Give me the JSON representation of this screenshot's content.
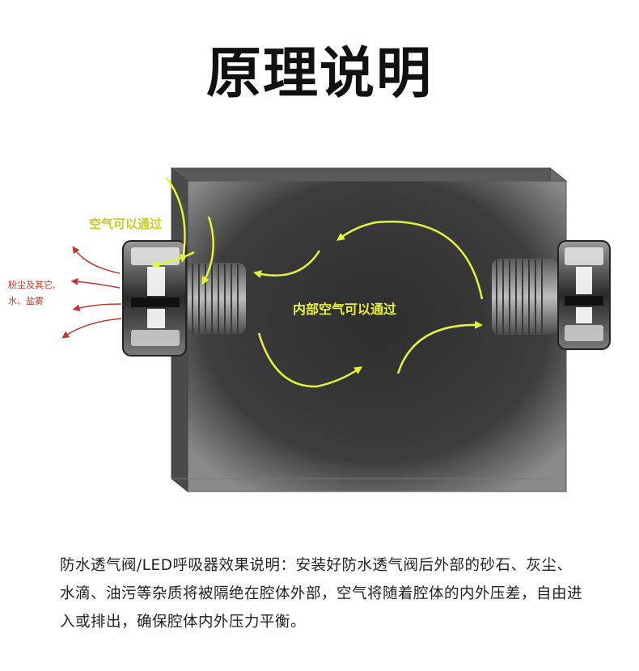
{
  "page": {
    "title": "原理说明",
    "description": "防水透气阀/LED呼吸器效果说明：安装好防水透气阀后外部的砂石、灰尘、水滴、油污等杂质将被隔绝在腔体外部，空气将随着腔体的内外压差，自由进入或排出，确保腔体内外压力平衡。"
  },
  "diagram": {
    "label_outside_air": "空气可以通过",
    "label_inside_air": "内部空气可以通过",
    "label_blocked_line1": "粉尘及其它,",
    "label_blocked_line2": "水、盐雾"
  },
  "colors": {
    "arrow_yellow": "#e6f23a",
    "label_yellow_outside": "#c8cc1c",
    "label_yellow_inside": "#e8f03a",
    "blocked_red": "#c0392b",
    "box_dark": "#3a3a3a"
  }
}
